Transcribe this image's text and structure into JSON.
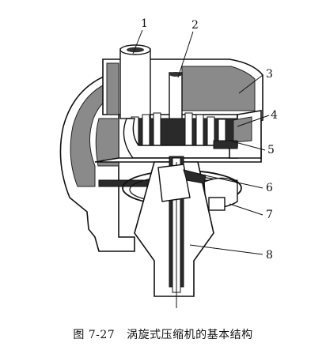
{
  "caption": {
    "number": "图 7-27",
    "title": "涡旋式压缩机的基本结构"
  },
  "labels": [
    {
      "id": "1",
      "text": "1"
    },
    {
      "id": "2",
      "text": "2"
    },
    {
      "id": "3",
      "text": "3"
    },
    {
      "id": "4",
      "text": "4"
    },
    {
      "id": "5",
      "text": "5"
    },
    {
      "id": "6",
      "text": "6"
    },
    {
      "id": "7",
      "text": "7"
    },
    {
      "id": "8",
      "text": "8"
    }
  ],
  "colors": {
    "ink": "#111111",
    "hatch": "#8a8a8a",
    "paper": "#ffffff"
  }
}
